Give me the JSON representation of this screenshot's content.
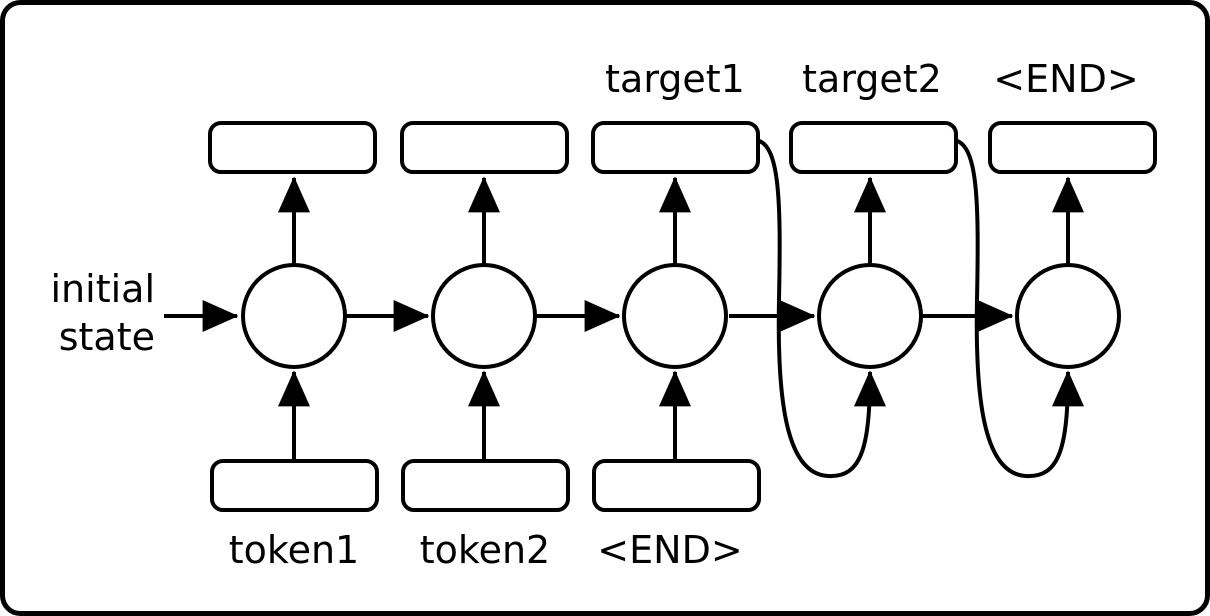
{
  "diagram": {
    "title": "sequence-to-sequence rnn unrolled",
    "frame": {
      "stroke_color": "#000000",
      "fill_color": "#ffffff",
      "stroke_width": 5,
      "corner_radius": 18
    },
    "style": {
      "line_color": "#000000",
      "box_fill": "#ffffff",
      "box_stroke": "#000000",
      "box_stroke_width": 4,
      "box_corner_radius": 10,
      "circle_stroke_width": 4,
      "font_size": 38
    },
    "initial_state_label": {
      "line1": "initial",
      "line2": "state"
    },
    "timesteps": [
      {
        "index": 0,
        "cell_name": "rnn-cell-1",
        "output_label": "",
        "input_label": "token1",
        "has_feedback": false
      },
      {
        "index": 1,
        "cell_name": "rnn-cell-2",
        "output_label": "",
        "input_label": "token2",
        "has_feedback": false
      },
      {
        "index": 2,
        "cell_name": "rnn-cell-3",
        "output_label": "target1",
        "input_label": "<END>",
        "has_feedback": true
      },
      {
        "index": 3,
        "cell_name": "rnn-cell-4",
        "output_label": "target2",
        "input_label": "",
        "has_feedback": true
      },
      {
        "index": 4,
        "cell_name": "rnn-cell-5",
        "output_label": "<END>",
        "input_label": "",
        "has_feedback": false
      }
    ]
  }
}
